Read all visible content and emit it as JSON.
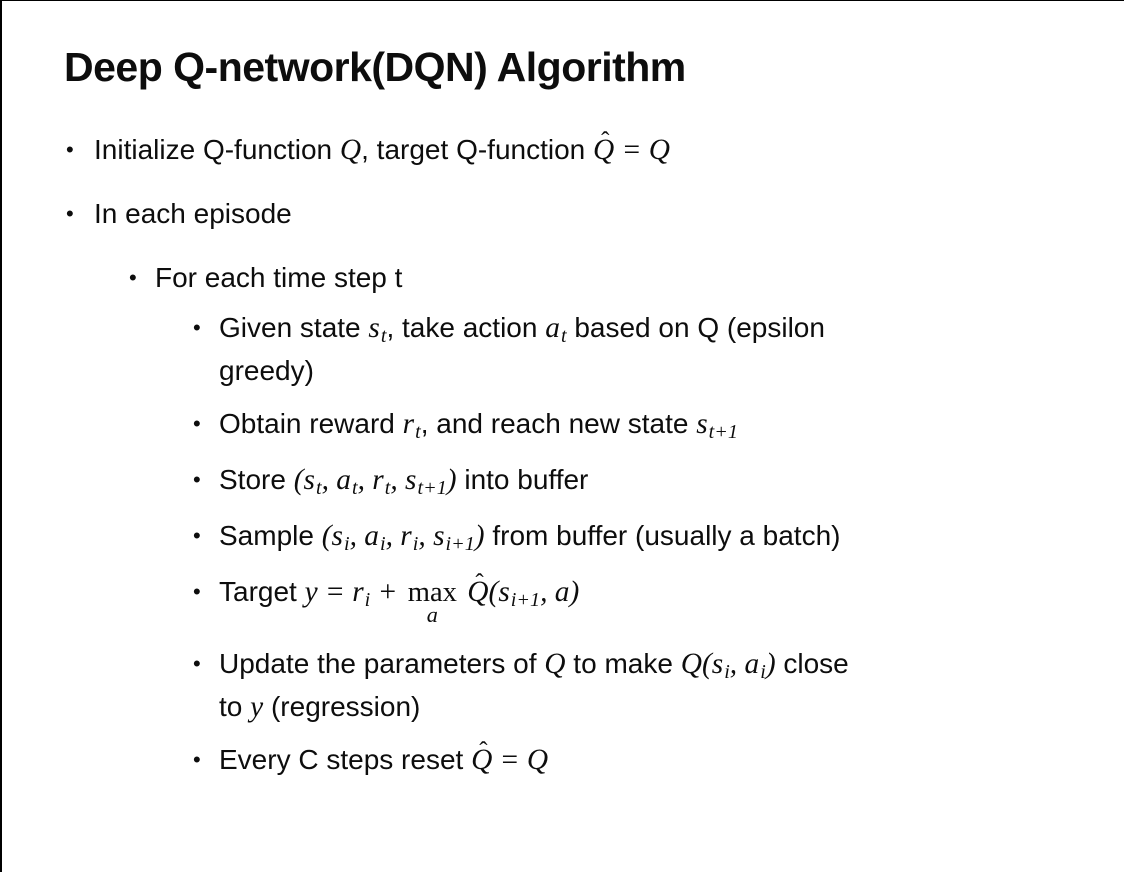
{
  "slide": {
    "title": "Deep Q-network(DQN) Algorithm",
    "background": "#ffffff",
    "text_color": "#0d0d0d",
    "border_color": "#000000"
  },
  "glyphs": {
    "bullet": "•",
    "hat": "ˆ"
  },
  "bullets": [
    {
      "level": 1,
      "segments": [
        {
          "s": "n",
          "t": "Initialize Q-function "
        },
        {
          "s": "m",
          "t": "Q"
        },
        {
          "s": "n",
          "t": ", target Q-function "
        },
        {
          "s": "hat",
          "t": "Q"
        },
        {
          "s": "m",
          "t": " = "
        },
        {
          "s": "m",
          "t": "Q"
        }
      ]
    },
    {
      "level": 1,
      "segments": [
        {
          "s": "n",
          "t": "In each episode"
        }
      ]
    },
    {
      "level": 2,
      "segments": [
        {
          "s": "n",
          "t": "For each time step t"
        }
      ]
    },
    {
      "level": 3,
      "segments": [
        {
          "s": "n",
          "t": "Given state "
        },
        {
          "s": "m",
          "t": "s"
        },
        {
          "s": "sub",
          "t": "t"
        },
        {
          "s": "n",
          "t": ", take action "
        },
        {
          "s": "m",
          "t": "a"
        },
        {
          "s": "sub",
          "t": "t"
        },
        {
          "s": "n",
          "t": " based on Q (epsilon"
        },
        {
          "s": "br"
        },
        {
          "s": "n",
          "t": "greedy)"
        }
      ]
    },
    {
      "level": 3,
      "segments": [
        {
          "s": "n",
          "t": "Obtain reward "
        },
        {
          "s": "m",
          "t": "r"
        },
        {
          "s": "sub",
          "t": "t"
        },
        {
          "s": "n",
          "t": ", and reach new state "
        },
        {
          "s": "m",
          "t": "s"
        },
        {
          "s": "sub",
          "t": "t+1"
        }
      ]
    },
    {
      "level": 3,
      "segments": [
        {
          "s": "n",
          "t": "Store "
        },
        {
          "s": "m",
          "t": "("
        },
        {
          "s": "m",
          "t": "s"
        },
        {
          "s": "sub",
          "t": "t"
        },
        {
          "s": "m",
          "t": ", "
        },
        {
          "s": "m",
          "t": "a"
        },
        {
          "s": "sub",
          "t": "t"
        },
        {
          "s": "m",
          "t": ", "
        },
        {
          "s": "m",
          "t": "r"
        },
        {
          "s": "sub",
          "t": "t"
        },
        {
          "s": "m",
          "t": ", "
        },
        {
          "s": "m",
          "t": "s"
        },
        {
          "s": "sub",
          "t": "t+1"
        },
        {
          "s": "m",
          "t": ")"
        },
        {
          "s": "n",
          "t": " into buffer"
        }
      ]
    },
    {
      "level": 3,
      "segments": [
        {
          "s": "n",
          "t": "Sample "
        },
        {
          "s": "m",
          "t": "("
        },
        {
          "s": "m",
          "t": "s"
        },
        {
          "s": "sub",
          "t": "i"
        },
        {
          "s": "m",
          "t": ", "
        },
        {
          "s": "m",
          "t": "a"
        },
        {
          "s": "sub",
          "t": "i"
        },
        {
          "s": "m",
          "t": ", "
        },
        {
          "s": "m",
          "t": "r"
        },
        {
          "s": "sub",
          "t": "i"
        },
        {
          "s": "m",
          "t": ", "
        },
        {
          "s": "m",
          "t": "s"
        },
        {
          "s": "sub",
          "t": "i+1"
        },
        {
          "s": "m",
          "t": ")"
        },
        {
          "s": "n",
          "t": " from buffer (usually a batch)"
        }
      ]
    },
    {
      "level": 3,
      "segments": [
        {
          "s": "n",
          "t": "Target "
        },
        {
          "s": "m",
          "t": "y"
        },
        {
          "s": "m",
          "t": " = "
        },
        {
          "s": "m",
          "t": "r"
        },
        {
          "s": "sub",
          "t": "i"
        },
        {
          "s": "m",
          "t": " + "
        },
        {
          "s": "under",
          "t": "max",
          "u": "a"
        },
        {
          "s": "m",
          "t": " "
        },
        {
          "s": "hat",
          "t": "Q"
        },
        {
          "s": "m",
          "t": "("
        },
        {
          "s": "m",
          "t": "s"
        },
        {
          "s": "sub",
          "t": "i+1"
        },
        {
          "s": "m",
          "t": ", "
        },
        {
          "s": "m",
          "t": "a"
        },
        {
          "s": "m",
          "t": ")"
        }
      ]
    },
    {
      "level": 3,
      "segments": [
        {
          "s": "n",
          "t": "Update the parameters of "
        },
        {
          "s": "m",
          "t": "Q"
        },
        {
          "s": "n",
          "t": " to make "
        },
        {
          "s": "m",
          "t": "Q"
        },
        {
          "s": "m",
          "t": "("
        },
        {
          "s": "m",
          "t": "s"
        },
        {
          "s": "sub",
          "t": "i"
        },
        {
          "s": "m",
          "t": ", "
        },
        {
          "s": "m",
          "t": "a"
        },
        {
          "s": "sub",
          "t": "i"
        },
        {
          "s": "m",
          "t": ")"
        },
        {
          "s": "n",
          "t": " close"
        },
        {
          "s": "br"
        },
        {
          "s": "n",
          "t": "to "
        },
        {
          "s": "m",
          "t": "y"
        },
        {
          "s": "n",
          "t": " (regression)"
        }
      ]
    },
    {
      "level": 3,
      "segments": [
        {
          "s": "n",
          "t": "Every C steps reset "
        },
        {
          "s": "hat",
          "t": "Q"
        },
        {
          "s": "m",
          "t": " = "
        },
        {
          "s": "m",
          "t": "Q"
        }
      ]
    }
  ]
}
